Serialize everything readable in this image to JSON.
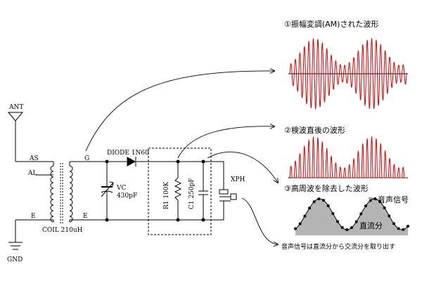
{
  "colors": {
    "wave": "#e00000",
    "audio_fill": "#b4b4b4",
    "ink": "#000000"
  },
  "panel1": {
    "title": "①振幅変調(AM)された波形"
  },
  "panel2": {
    "title": "②検波直後の波形"
  },
  "panel3": {
    "title": "③高周波を除去した波形",
    "signal_label": "音声信号",
    "dc_label": "直流分"
  },
  "footnote": "音声信号は直流分から交流分を取り出す",
  "circuit": {
    "ant": "ANT",
    "gnd": "GND",
    "as": "AS",
    "al": "AL",
    "e_left": "E",
    "g": "G",
    "e_right": "E",
    "coil": "COIL  210uH",
    "diode": "DIODE  1N60",
    "vc1": "VC",
    "vc2": "430pF",
    "r1": "R1  100K",
    "c1": "C1  250pF",
    "xph": "XPH"
  }
}
